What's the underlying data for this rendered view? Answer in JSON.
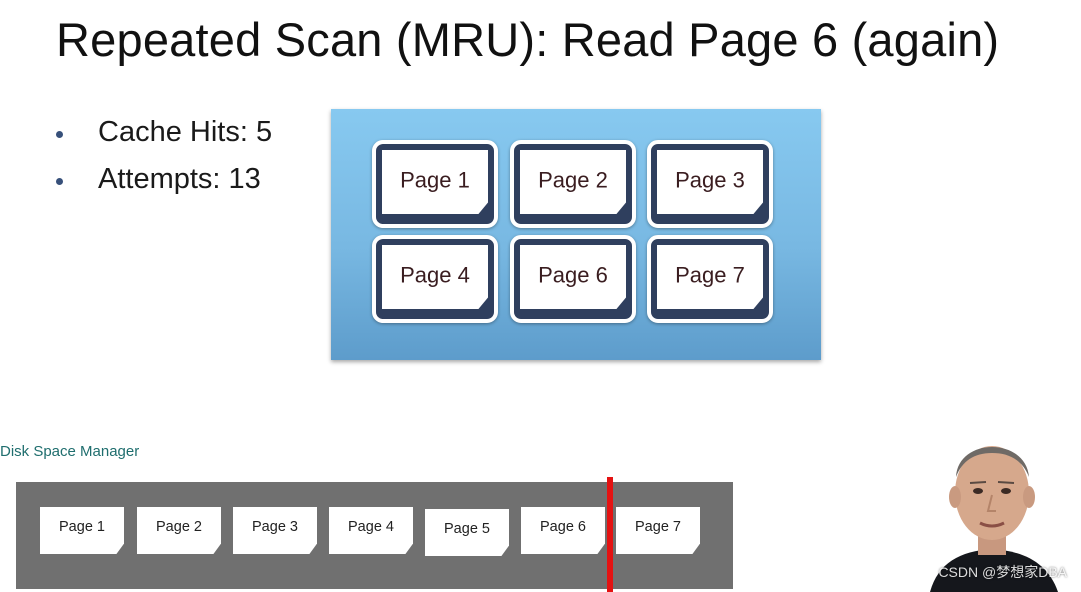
{
  "slide": {
    "title": "Repeated Scan (MRU): Read Page 6 (again)",
    "bullets": [
      {
        "text": "Cache Hits: 5"
      },
      {
        "text": "Attempts: 13"
      }
    ]
  },
  "buffer_pool": {
    "frames": [
      {
        "label": "Page 1"
      },
      {
        "label": "Page 2"
      },
      {
        "label": "Page 3"
      },
      {
        "label": "Page 4"
      },
      {
        "label": "Page 6"
      },
      {
        "label": "Page 7"
      }
    ]
  },
  "disk": {
    "label": "Disk Space Manager",
    "pages": [
      {
        "label": "Page 1"
      },
      {
        "label": "Page 2"
      },
      {
        "label": "Page 3"
      },
      {
        "label": "Page 4"
      },
      {
        "label": "Page 5"
      },
      {
        "label": "Page 6"
      },
      {
        "label": "Page 7"
      }
    ]
  },
  "watermark": "CSDN @梦想家DBA",
  "colors": {
    "buffer_pool_bg": "#78b8e2",
    "frame_border": "#2f3f5e",
    "disk_bar": "#707070",
    "scan_marker": "#e41212",
    "disk_label": "#1f6e6e"
  }
}
